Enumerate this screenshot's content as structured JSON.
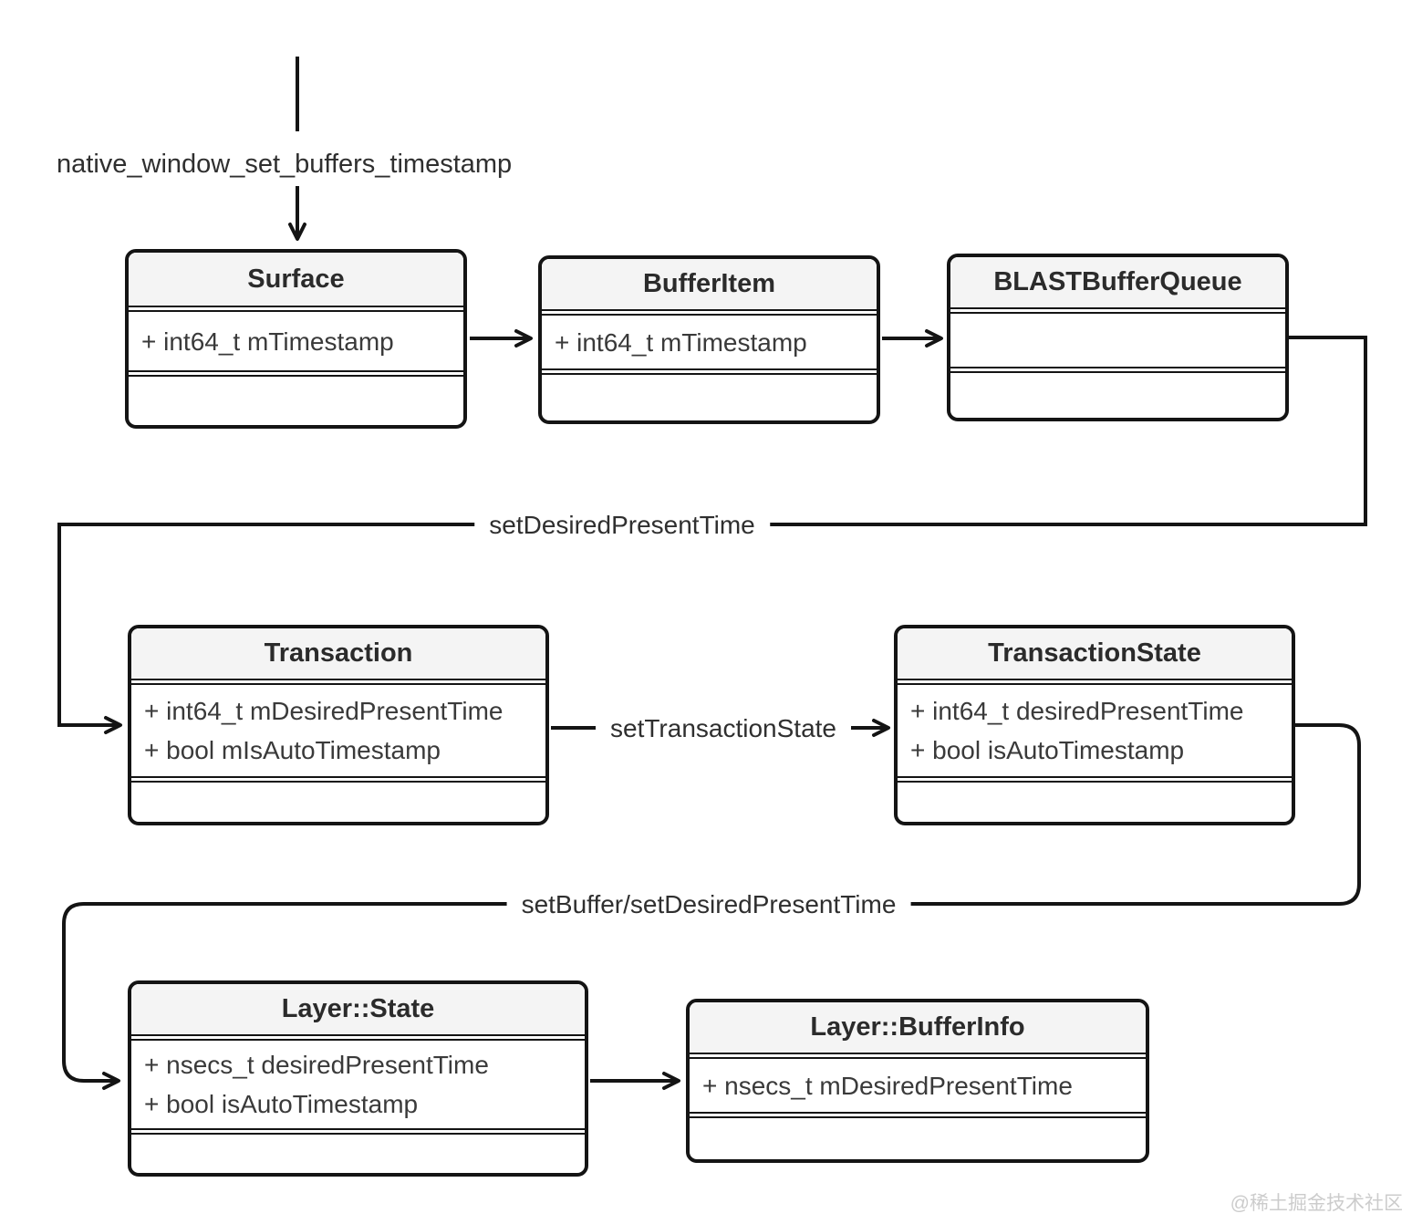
{
  "diagram": {
    "entry": {
      "label": "native_window_set_buffers_timestamp"
    },
    "classes": [
      {
        "id": "surface",
        "title": "Surface",
        "attributes": [
          "+ int64_t mTimestamp"
        ]
      },
      {
        "id": "bufferitem",
        "title": "BufferItem",
        "attributes": [
          "+ int64_t mTimestamp"
        ]
      },
      {
        "id": "blastbufferqueue",
        "title": "BLASTBufferQueue",
        "attributes": []
      },
      {
        "id": "transaction",
        "title": "Transaction",
        "attributes": [
          "+ int64_t mDesiredPresentTime",
          "+ bool mIsAutoTimestamp"
        ]
      },
      {
        "id": "transactionstate",
        "title": "TransactionState",
        "attributes": [
          "+ int64_t desiredPresentTime",
          "+ bool isAutoTimestamp"
        ]
      },
      {
        "id": "layerstate",
        "title": "Layer::State",
        "attributes": [
          "+ nsecs_t desiredPresentTime",
          "+ bool isAutoTimestamp"
        ]
      },
      {
        "id": "layerbufferinfo",
        "title": "Layer::BufferInfo",
        "attributes": [
          "+ nsecs_t mDesiredPresentTime"
        ]
      }
    ],
    "edges": [
      {
        "from": "entry",
        "to": "Surface",
        "label": "native_window_set_buffers_timestamp"
      },
      {
        "from": "Surface",
        "to": "BufferItem",
        "label": ""
      },
      {
        "from": "BufferItem",
        "to": "BLASTBufferQueue",
        "label": ""
      },
      {
        "from": "BLASTBufferQueue",
        "to": "Transaction",
        "label": "setDesiredPresentTime"
      },
      {
        "from": "Transaction",
        "to": "TransactionState",
        "label": "setTransactionState"
      },
      {
        "from": "TransactionState",
        "to": "Layer::State",
        "label": "setBuffer/setDesiredPresentTime"
      },
      {
        "from": "Layer::State",
        "to": "Layer::BufferInfo",
        "label": ""
      }
    ],
    "watermark": "@稀土掘金技术社区",
    "colors": {
      "box_border": "#141414",
      "header_fill": "#f4f4f4",
      "body_fill": "#ffffff",
      "line": "#141414",
      "title_text": "#2b2b2b",
      "attr_text": "#3a3a3a",
      "watermark_text": "#cccccc"
    }
  }
}
